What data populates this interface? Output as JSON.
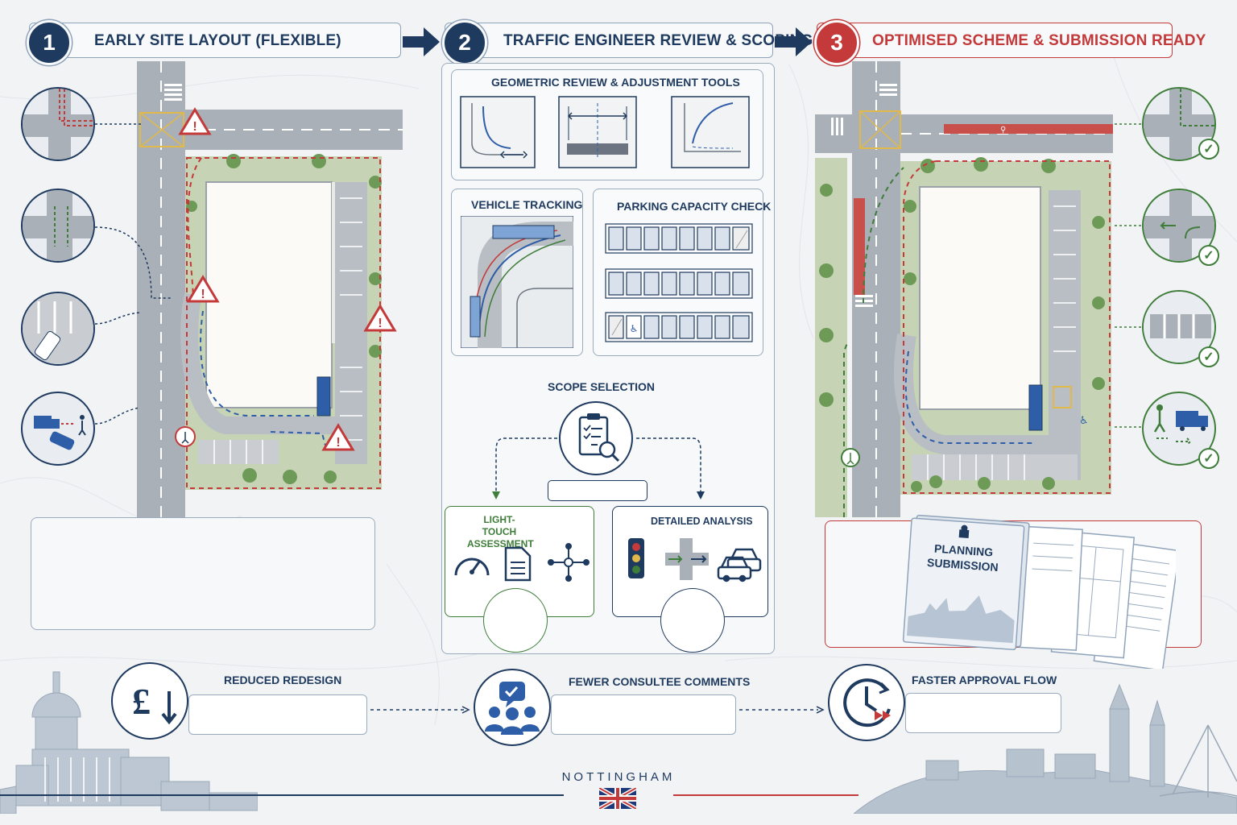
{
  "stages": [
    {
      "number": "1",
      "title": "EARLY SITE LAYOUT (FLEXIBLE)"
    },
    {
      "number": "2",
      "title": "TRAFFIC ENGINEER REVIEW & SCOPING"
    },
    {
      "number": "3",
      "title": "OPTIMISED SCHEME & SUBMISSION READY"
    }
  ],
  "review": {
    "geometric_title": "GEOMETRIC REVIEW & ADJUSTMENT TOOLS",
    "vehicle_tracking_title": "VEHICLE TRACKING",
    "parking_title": "PARKING CAPACITY CHECK",
    "scope_title": "SCOPE SELECTION",
    "light_touch_title": "LIGHT-TOUCH ASSESSMENT",
    "detailed_title": "DETAILED ANALYSIS"
  },
  "submission": {
    "title_line1": "PLANNING",
    "title_line2": "SUBMISSION"
  },
  "benefits": [
    {
      "title": "REDUCED REDESIGN",
      "icon": "pound-down-icon"
    },
    {
      "title": "FEWER CONSULTEE COMMENTS",
      "icon": "consultees-check-icon"
    },
    {
      "title": "FASTER APPROVAL FLOW",
      "icon": "clock-forward-icon"
    }
  ],
  "footer": {
    "city": "NOTTINGHAM"
  },
  "colors": {
    "navy": "#1f3a5f",
    "red": "#c43a3a",
    "green": "#3f7d3a",
    "road": "#a9b0b8"
  }
}
